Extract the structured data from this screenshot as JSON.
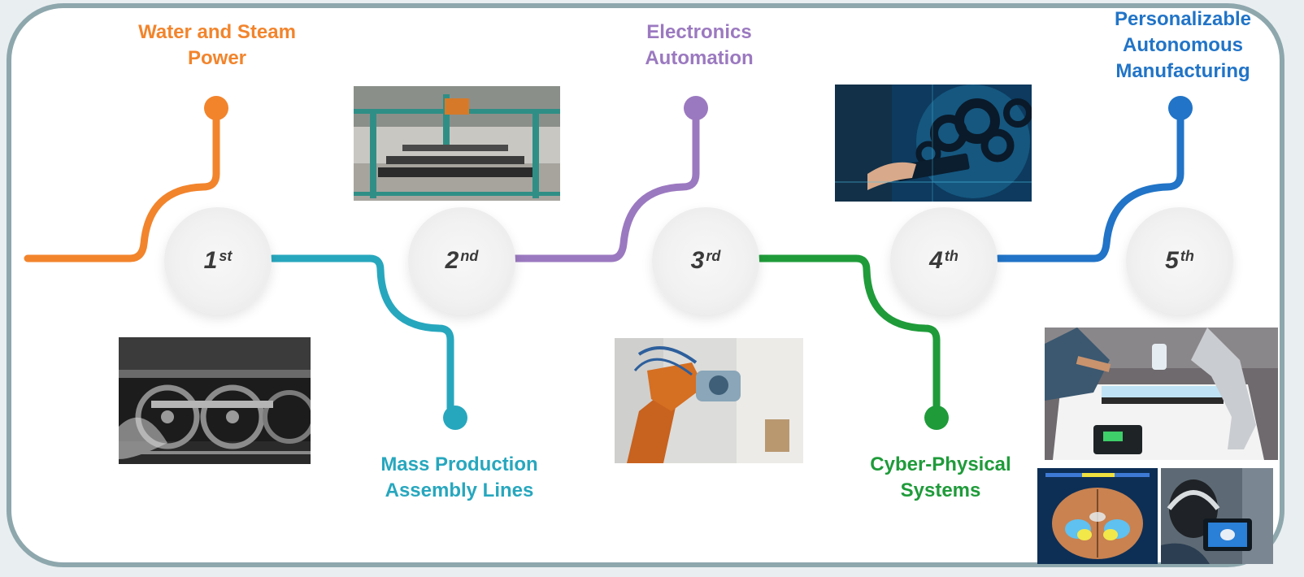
{
  "colors": {
    "revolution_1": "#f2842c",
    "revolution_2": "#27a7be",
    "revolution_3": "#9b79c0",
    "revolution_4": "#1f9b3a",
    "revolution_5": "#2174c7",
    "frame_border": "#8da7ad",
    "circle_text": "#3a3a3a"
  },
  "revolutions": [
    {
      "ordinal": "1",
      "suffix": "st",
      "title_line1": "Water and Steam",
      "title_line2": "Power",
      "title_position": "top",
      "image": "steam-locomotive-wheels-photo"
    },
    {
      "ordinal": "2",
      "suffix": "nd",
      "title_line1": "Mass Production",
      "title_line2": "Assembly Lines",
      "title_position": "bottom",
      "image": "assembly-line-factory-photo"
    },
    {
      "ordinal": "3",
      "suffix": "rd",
      "title_line1": "Electronics",
      "title_line2": "Automation",
      "title_position": "top",
      "image": "industrial-robot-arm-photo"
    },
    {
      "ordinal": "4",
      "suffix": "th",
      "title_line1": "Cyber-Physical",
      "title_line2": "Systems",
      "title_position": "bottom",
      "image": "digital-gears-tablet-photo"
    },
    {
      "ordinal": "5",
      "suffix": "th",
      "title_line1": "Personalizable",
      "title_line2": "Autonomous",
      "title_line3": "Manufacturing",
      "title_position": "top",
      "image": "human-robot-collaboration-and-brain-eeg-photos"
    }
  ]
}
